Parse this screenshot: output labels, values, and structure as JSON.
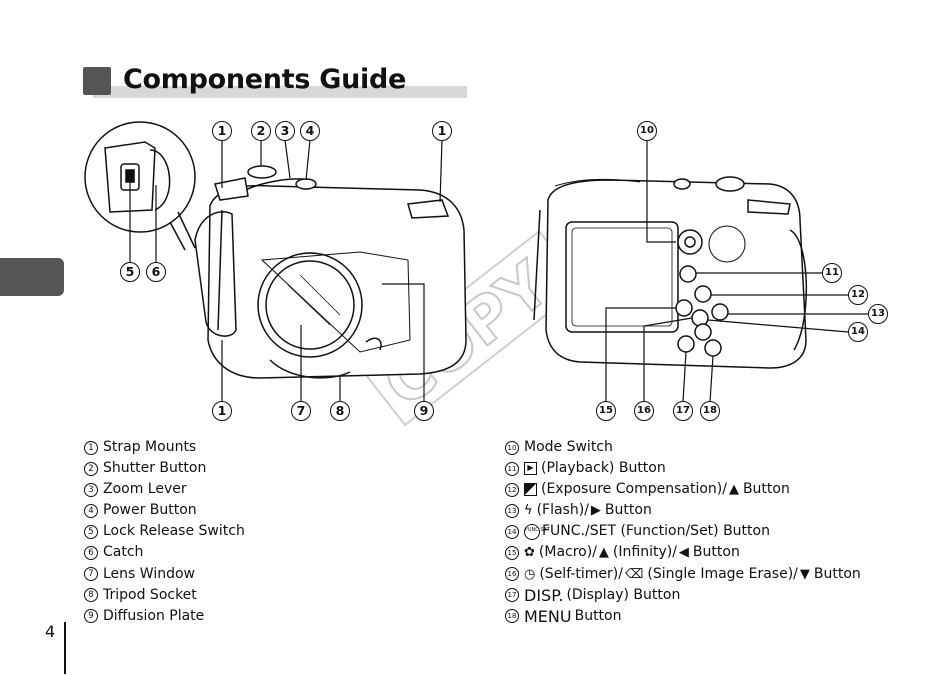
{
  "page": {
    "title": "Components Guide",
    "page_number": "4",
    "watermark": "COPY"
  },
  "front_view": {
    "callouts": [
      "1",
      "2",
      "3",
      "4",
      "1",
      "5",
      "6",
      "1",
      "7",
      "8",
      "9"
    ]
  },
  "back_view": {
    "callouts": [
      "10",
      "11",
      "12",
      "13",
      "14",
      "15",
      "16",
      "17",
      "18"
    ]
  },
  "legend_left": [
    {
      "num": "1",
      "label": "Strap Mounts"
    },
    {
      "num": "2",
      "label": "Shutter Button"
    },
    {
      "num": "3",
      "label": "Zoom Lever"
    },
    {
      "num": "4",
      "label": "Power Button"
    },
    {
      "num": "5",
      "label": "Lock Release Switch"
    },
    {
      "num": "6",
      "label": "Catch"
    },
    {
      "num": "7",
      "label": "Lens Window"
    },
    {
      "num": "8",
      "label": "Tripod Socket"
    },
    {
      "num": "9",
      "label": "Diffusion Plate"
    }
  ],
  "legend_right": [
    {
      "num": "10",
      "label": "Mode Switch"
    },
    {
      "num": "11",
      "label": "(Playback) Button",
      "icon": "playback-icon"
    },
    {
      "num": "12",
      "label": "(Exposure Compensation)/",
      "icon": "exposure-icon",
      "suffix": "Button",
      "arrow": "▲"
    },
    {
      "num": "13",
      "label": "(Flash)/",
      "icon": "flash-icon",
      "suffix": "Button",
      "arrow": "▶"
    },
    {
      "num": "14",
      "label": "FUNC./SET (Function/Set) Button",
      "icon": "func-set-icon",
      "icon_text": "FUNC SET"
    },
    {
      "num": "15",
      "label": "(Macro)/",
      "icon": "macro-icon",
      "mid": "(Infinity)/",
      "mid_icon": "infinity-icon",
      "suffix": "Button",
      "arrow": "◀"
    },
    {
      "num": "16",
      "label": "(Self-timer)/",
      "icon": "self-timer-icon",
      "mid": "(Single Image Erase)/",
      "mid_icon": "erase-icon",
      "suffix": "Button",
      "arrow": "▼"
    },
    {
      "num": "17",
      "label": "(Display) Button",
      "icon_text": "DISP."
    },
    {
      "num": "18",
      "label": "Button",
      "icon_text": "MENU"
    }
  ]
}
